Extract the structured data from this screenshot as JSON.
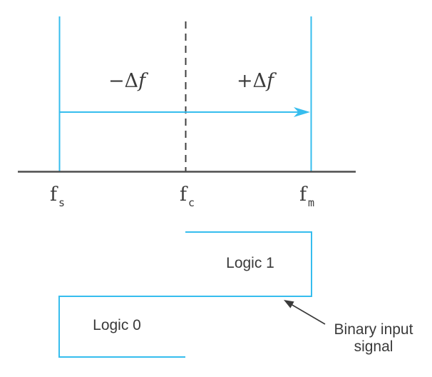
{
  "colors": {
    "accent": "#36bdee",
    "axis": "#4d4d4d",
    "text": "#3a3a3a",
    "annotation_arrow": "#3a3a3a"
  },
  "frequency_diagram": {
    "negative_deviation": {
      "prefix": "−Δ",
      "variable": "f"
    },
    "positive_deviation": {
      "prefix": "+Δ",
      "variable": "f"
    },
    "space_frequency": {
      "base": "f",
      "sub": "s"
    },
    "carrier_frequency": {
      "base": "f",
      "sub": "c"
    },
    "mark_frequency": {
      "base": "f",
      "sub": "m"
    }
  },
  "binary_signal": {
    "logic1_label": "Logic 1",
    "logic0_label": "Logic 0",
    "annotation_line1": "Binary input",
    "annotation_line2": "signal"
  }
}
